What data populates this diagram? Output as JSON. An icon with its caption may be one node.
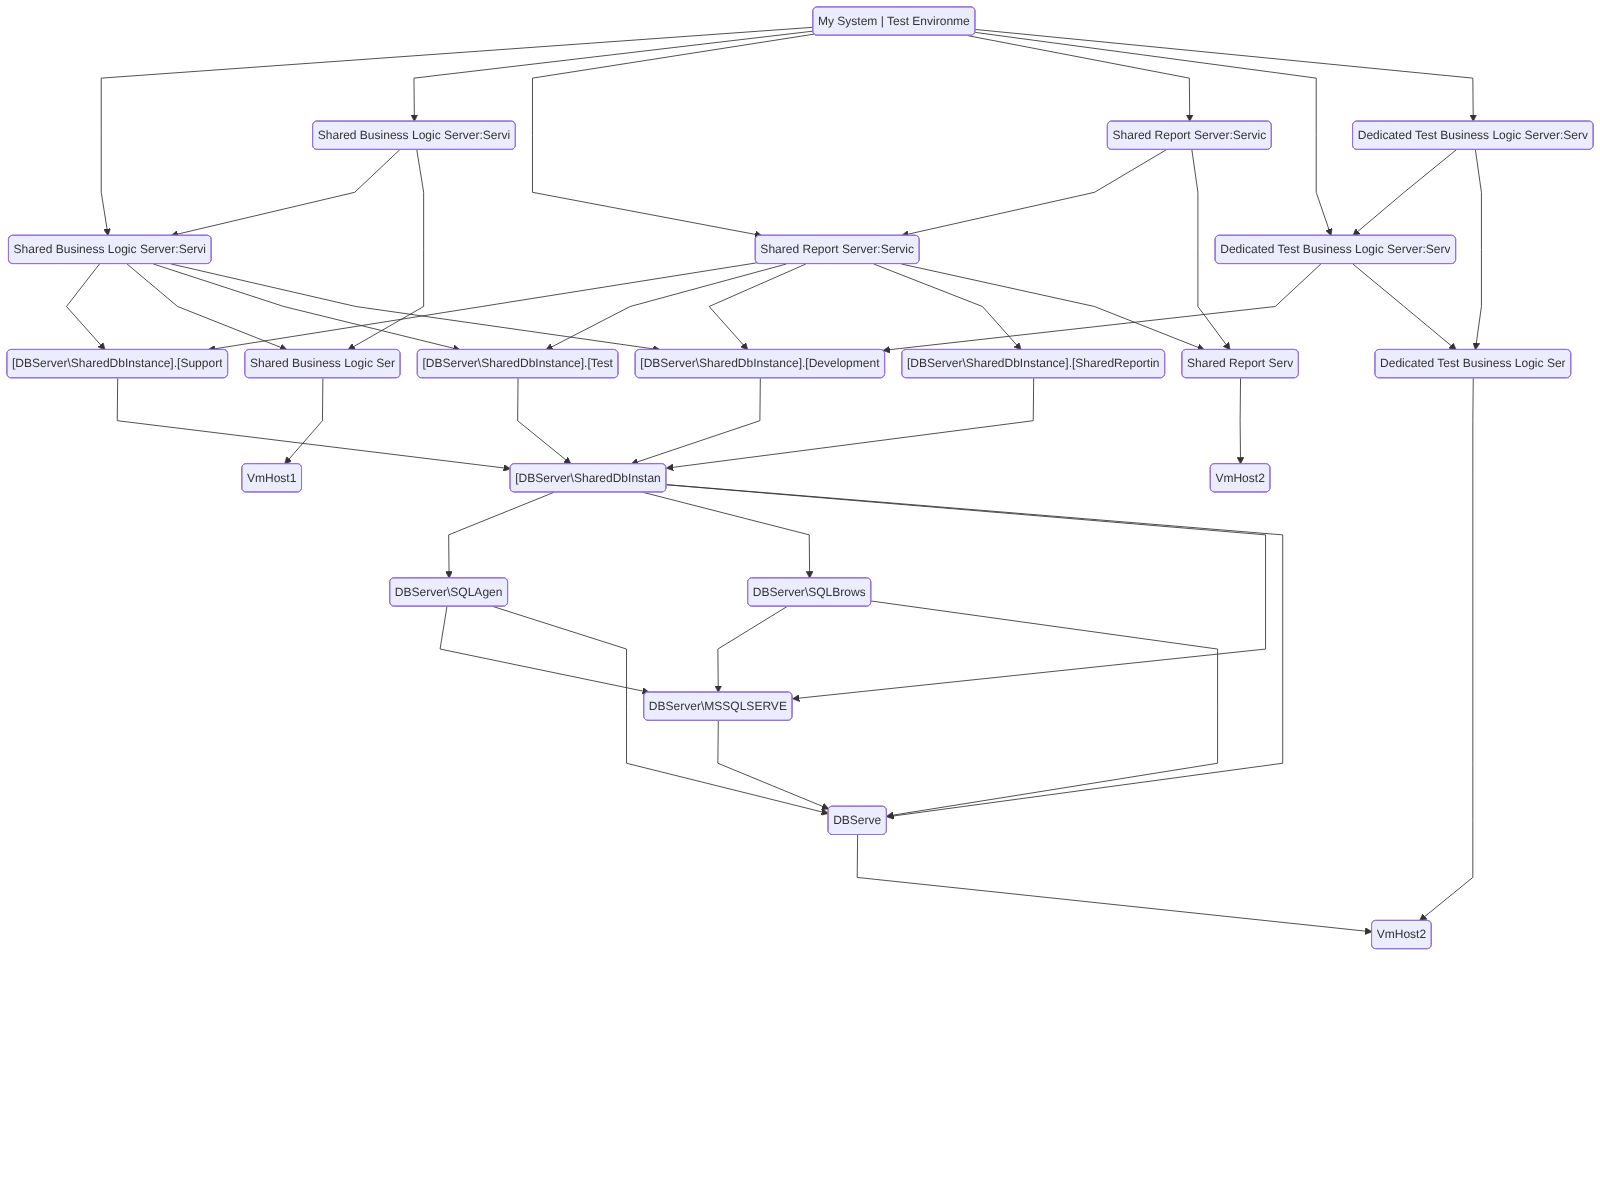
{
  "diagram": {
    "nodes": [
      {
        "text": [
          "My System | Test Environme"
        ]
      },
      {
        "text": [
          "Shared Business Logic Server:Servi"
        ]
      },
      {
        "text": [
          "Shared Report Server:Servic"
        ]
      },
      {
        "text": [
          "Dedicated Test Business Logic Server:Serv"
        ]
      },
      {
        "text": [
          "Shared Business Logic Server:Servi"
        ]
      },
      {
        "text": [
          "Shared Report Server:Servic"
        ]
      },
      {
        "text": [
          "Dedicated Test Business Logic Server:Serv"
        ]
      },
      {
        "text": [
          "[DBServer\\SharedDbInstance].[Support"
        ]
      },
      {
        "text": [
          "Shared Business Logic Ser"
        ]
      },
      {
        "text": [
          "[DBServer\\SharedDbInstance].[Test"
        ]
      },
      {
        "text": [
          "[DBServer\\SharedDbInstance].[Development"
        ]
      },
      {
        "text": [
          "[DBServer\\SharedDbInstance].[SharedReportin"
        ]
      },
      {
        "text": [
          "Shared Report Serv"
        ]
      },
      {
        "text": [
          "Dedicated Test Business Logic Ser"
        ]
      },
      {
        "text": [
          "VmHost1"
        ]
      },
      {
        "text": [
          "[DBServer\\SharedDbInstan"
        ]
      },
      {
        "text": [
          "VmHost2"
        ]
      },
      {
        "text": [
          "DBServer\\SQLAgen"
        ]
      },
      {
        "text": [
          "DBServer\\SQLBrows"
        ]
      },
      {
        "text": [
          "DBServer\\MSSQLSERVE"
        ]
      },
      {
        "text": [
          "DBServe"
        ]
      },
      {
        "text": [
          "VmHost2"
        ]
      }
    ],
    "edges": [
      {
        "from": 0,
        "to": 4,
        "arrow": "to"
      },
      {
        "from": 0,
        "to": 1,
        "arrow": "to"
      },
      {
        "from": 0,
        "to": 5,
        "arrow": "to"
      },
      {
        "from": 0,
        "to": 2,
        "arrow": "to"
      },
      {
        "from": 0,
        "to": 6,
        "arrow": "to"
      },
      {
        "from": 0,
        "to": 3,
        "arrow": "to"
      },
      {
        "from": 1,
        "to": 4,
        "arrow": "to"
      },
      {
        "from": 1,
        "to": 8,
        "arrow": "to"
      },
      {
        "from": 2,
        "to": 5,
        "arrow": "to"
      },
      {
        "from": 2,
        "to": 12,
        "arrow": "to"
      },
      {
        "from": 3,
        "to": 6,
        "arrow": "to"
      },
      {
        "from": 3,
        "to": 13,
        "arrow": "to"
      },
      {
        "from": 4,
        "to": 7,
        "arrow": "to"
      },
      {
        "from": 4,
        "to": 8,
        "arrow": "to"
      },
      {
        "from": 4,
        "to": 9,
        "arrow": "to"
      },
      {
        "from": 4,
        "to": 10,
        "arrow": "to"
      },
      {
        "from": 5,
        "to": 7,
        "arrow": "to"
      },
      {
        "from": 5,
        "to": 9,
        "arrow": "to"
      },
      {
        "from": 5,
        "to": 10,
        "arrow": "to"
      },
      {
        "from": 5,
        "to": 11,
        "arrow": "to"
      },
      {
        "from": 5,
        "to": 12,
        "arrow": "to"
      },
      {
        "from": 6,
        "to": 10,
        "arrow": "to"
      },
      {
        "from": 6,
        "to": 13,
        "arrow": "to"
      },
      {
        "from": 7,
        "to": 15,
        "arrow": "to"
      },
      {
        "from": 8,
        "to": 14,
        "arrow": "to"
      },
      {
        "from": 9,
        "to": 15,
        "arrow": "to"
      },
      {
        "from": 10,
        "to": 15,
        "arrow": "to"
      },
      {
        "from": 11,
        "to": 15,
        "arrow": "to"
      },
      {
        "from": 12,
        "to": 16,
        "arrow": "to"
      },
      {
        "from": 13,
        "to": 21,
        "arrow": "to"
      },
      {
        "from": 15,
        "to": 17,
        "arrow": "to"
      },
      {
        "from": 15,
        "to": 18,
        "arrow": "to"
      },
      {
        "from": 15,
        "to": 19,
        "arrow": "to"
      },
      {
        "from": 15,
        "to": 20,
        "arrow": "to"
      },
      {
        "from": 17,
        "to": 19,
        "arrow": "to"
      },
      {
        "from": 17,
        "to": 20,
        "arrow": "to"
      },
      {
        "from": 18,
        "to": 19,
        "arrow": "to"
      },
      {
        "from": 18,
        "to": 20,
        "arrow": "to"
      },
      {
        "from": 19,
        "to": 20,
        "arrow": "to"
      },
      {
        "from": 20,
        "to": 21,
        "arrow": "to"
      }
    ]
  }
}
